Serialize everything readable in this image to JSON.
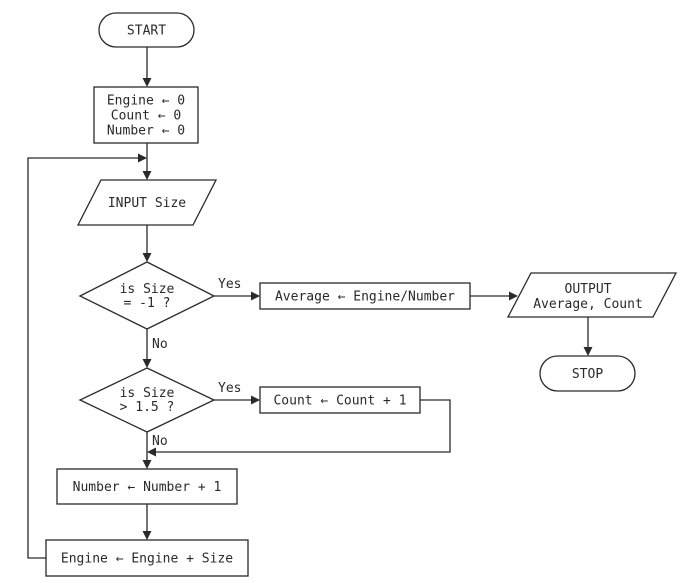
{
  "flowchart": {
    "start": "START",
    "init": {
      "line1": "Engine ← 0",
      "line2": "Count ← 0",
      "line3": "Number ← 0"
    },
    "input": "INPUT Size",
    "decision1": {
      "line1": "is Size",
      "line2": "= -1 ?",
      "yes": "Yes",
      "no": "No"
    },
    "average": "Average ← Engine/Number",
    "output": {
      "line1": "OUTPUT",
      "line2": "Average, Count"
    },
    "stop": "STOP",
    "decision2": {
      "line1": "is Size",
      "line2": "> 1.5 ?",
      "yes": "Yes",
      "no": "No"
    },
    "count_update": "Count ← Count + 1",
    "number_update": "Number ← Number + 1",
    "engine_update": "Engine ← Engine + Size"
  }
}
